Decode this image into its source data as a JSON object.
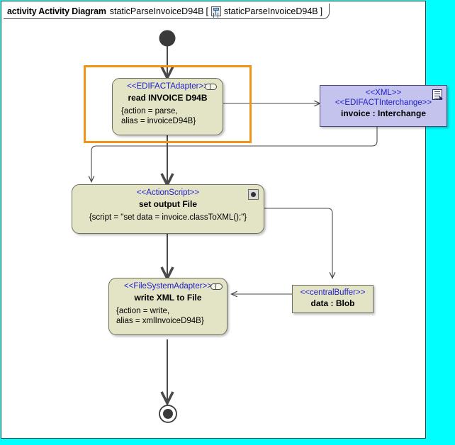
{
  "window": {
    "background_color": "#00ffff",
    "canvas_color": "#ffffff"
  },
  "header": {
    "keyword": "activity Activity Diagram",
    "name": "staticParseInvoiceD94B",
    "bracket_open": "[",
    "bracket_close": "]",
    "frame_icon": "activity-diagram-icon",
    "qualified_name": "staticParseInvoiceD94B"
  },
  "colors": {
    "action_fill": "#e3e3c6",
    "action_stroke": "#6f6f5c",
    "object_fill": "#c3c3ee",
    "object_stroke": "#4a4a7a",
    "stereotype_text": "#2222cc",
    "partition_highlight": "#f09415",
    "flow_line": "#4a4a4a"
  },
  "nodes": {
    "start": {
      "label": "initial-node"
    },
    "read_invoice": {
      "stereotype": "<<EDIFACTAdapter>>",
      "name": "read INVOICE D94B",
      "props": [
        "{action = parse,",
        "alias = invoiceD94B}"
      ],
      "icon": "adapter-pill-icon"
    },
    "xml_object": {
      "stereotype1": "<<XML>>",
      "stereotype2": "<<EDIFACTInterchange>>",
      "name": "invoice : Interchange",
      "icon": "document-icon"
    },
    "set_output_file": {
      "stereotype": "<<ActionScript>>",
      "name": "set output File",
      "props": [
        "{script = \"set data = invoice.classToXML();\"}"
      ],
      "icon": "script-gear-icon"
    },
    "write_xml": {
      "stereotype": "<<FileSystemAdapter>>",
      "name": "write XML to File",
      "props": [
        "{action = write,",
        "alias = xmlInvoiceD94B}"
      ],
      "icon": "adapter-pill-icon"
    },
    "central_buffer": {
      "stereotype": "<<centralBuffer>>",
      "name": "data : Blob"
    },
    "end": {
      "label": "final-node"
    }
  }
}
